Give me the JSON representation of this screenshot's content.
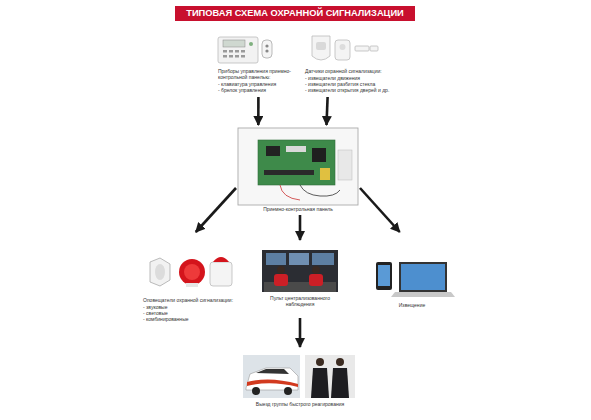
{
  "diagram": {
    "title": "ТИПОВАЯ СХЕМА ОХРАННОЙ СИГНАЛИЗАЦИИ",
    "nodes": [
      {
        "text": [
          "Приборы управления приемно-контрольной панелью:",
          "- клавиатура управления",
          "- брелок управления"
        ]
      },
      {
        "text": [
          "Датчики охранной сигнализации:",
          "- извещатели движения",
          "- извещатели разбития стекла",
          "- извещатели открытия дверей и др."
        ]
      },
      {
        "text": [
          "Приемно-контрольная панель"
        ]
      },
      {
        "text": [
          "Оповещатели охранной сигнализации:",
          "- звуковые",
          "- световые",
          "- комбинированные"
        ]
      },
      {
        "text": [
          "Пульт централизованного наблюдения"
        ]
      },
      {
        "text": [
          "Извещение"
        ]
      },
      {
        "text": [
          "Выезд группы быстрого реагирования"
        ]
      }
    ],
    "edges": [
      {
        "from": 0,
        "to": 2,
        "arrow": "to"
      },
      {
        "from": 1,
        "to": 2,
        "arrow": "to"
      },
      {
        "from": 2,
        "to": 3,
        "arrow": "to"
      },
      {
        "from": 2,
        "to": 4,
        "arrow": "to"
      },
      {
        "from": 2,
        "to": 5,
        "arrow": "to"
      },
      {
        "from": 4,
        "to": 6,
        "arrow": "to"
      }
    ]
  }
}
